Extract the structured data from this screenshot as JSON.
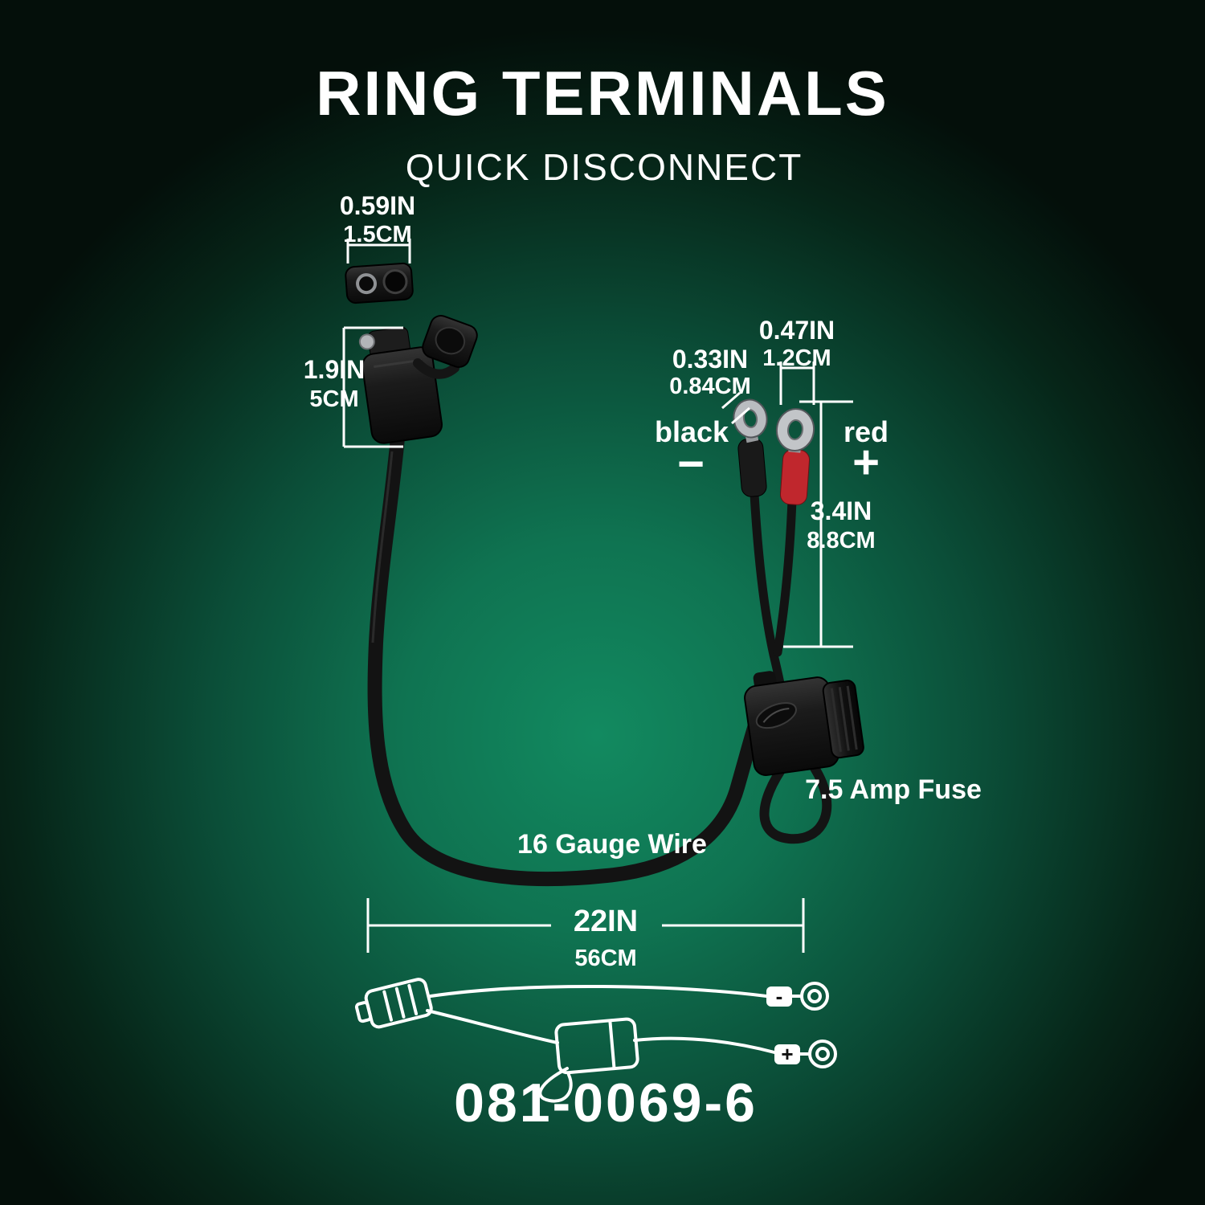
{
  "title": "RING TERMINALS",
  "subtitle": "QUICK DISCONNECT",
  "product_code": "081-0069-6",
  "colors": {
    "background_glow": "#128A60",
    "background_edge": "#040F0A",
    "text": "#FFFFFF",
    "red_terminal": "#C0272D"
  },
  "annotations": {
    "connector_width": {
      "inches": "0.59IN",
      "cm": "1.5CM"
    },
    "plug_length": {
      "inches": "1.9IN",
      "cm": "5CM"
    },
    "black_ring_size": {
      "inches": "0.33IN",
      "cm": "0.84CM"
    },
    "red_ring_size": {
      "inches": "0.47IN",
      "cm": "1.2CM"
    },
    "lead_length": {
      "inches": "3.4IN",
      "cm": "8.8CM"
    },
    "cable_length": {
      "inches": "22IN",
      "cm": "56CM"
    },
    "black_label": "black",
    "black_sign": "−",
    "red_label": "red",
    "red_sign": "+",
    "fuse_label": "7.5 Amp Fuse",
    "wire_label": "16 Gauge Wire",
    "diagram_minus": "-",
    "diagram_plus": "+"
  }
}
